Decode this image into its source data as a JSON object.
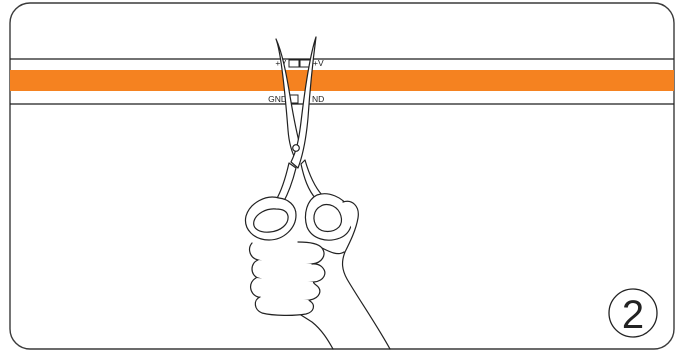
{
  "labels": {
    "plus_v_left": "+V",
    "plus_v_right": "+V",
    "gnd_left": "GND",
    "gnd_right": "ND"
  },
  "step_number": "2",
  "colors": {
    "frame": "#3a3a3a",
    "strip_outline": "#1e1e1e",
    "strip_orange": "#f58220",
    "line": "#222222"
  },
  "icons": [
    "scissors-icon",
    "hand-icon"
  ]
}
